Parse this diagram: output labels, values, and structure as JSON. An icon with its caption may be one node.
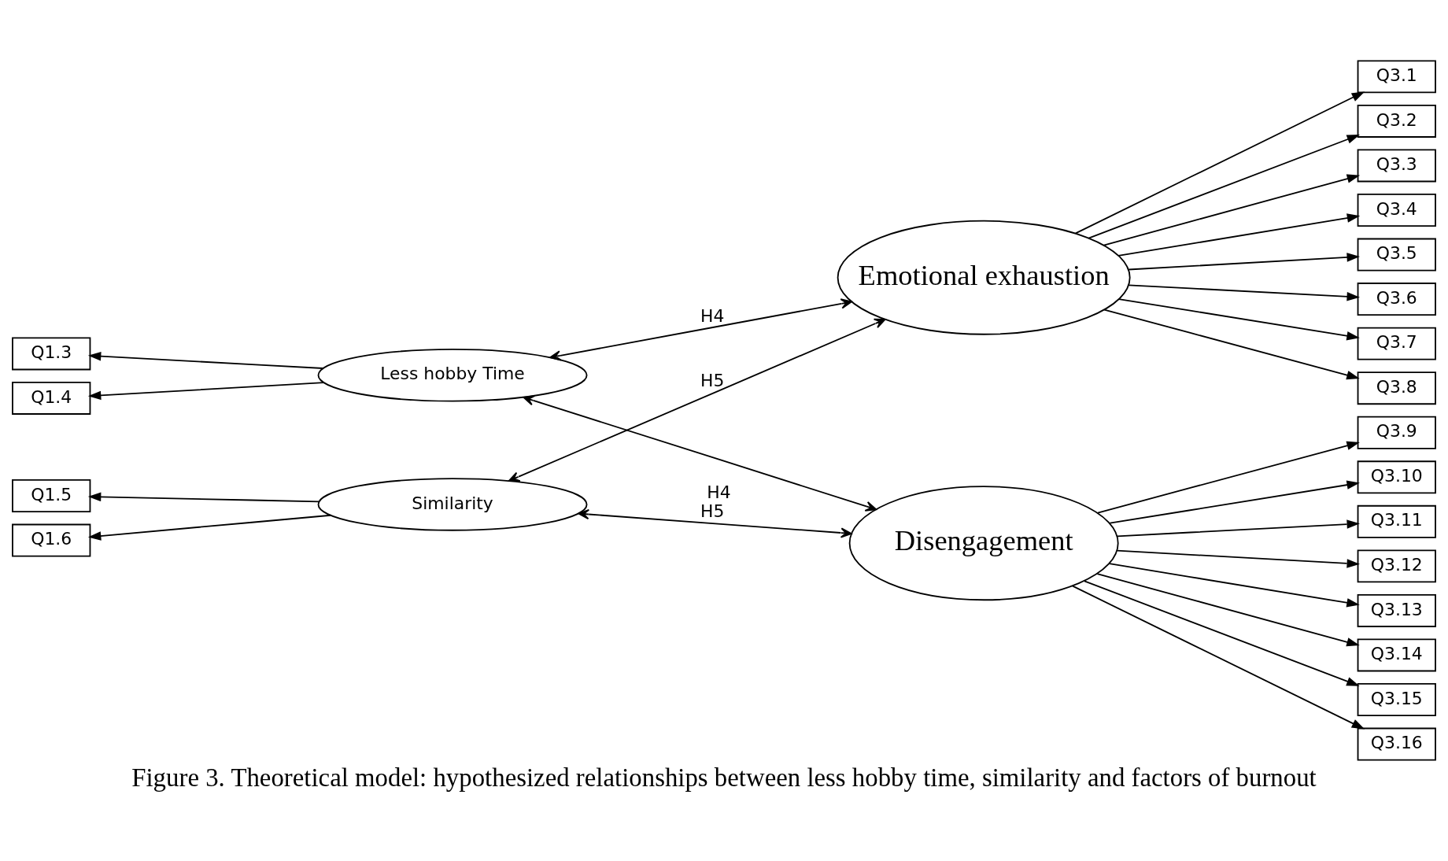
{
  "diagram": {
    "caption": "Figure 3. Theoretical model: hypothesized relationships between less hobby time, similarity and factors of burnout",
    "nodes": [
      {
        "text": [
          "Q1.3"
        ]
      },
      {
        "text": [
          "Q1.4"
        ]
      },
      {
        "text": [
          "Less hobby Time"
        ]
      },
      {
        "text": [
          "Q1.5"
        ]
      },
      {
        "text": [
          "Q1.6"
        ]
      },
      {
        "text": [
          "Similarity"
        ]
      },
      {
        "text": [
          "Emotional exhaustion"
        ]
      },
      {
        "text": [
          "Disengagement"
        ]
      },
      {
        "text": [
          "Q3.1"
        ]
      },
      {
        "text": [
          "Q3.2"
        ]
      },
      {
        "text": [
          "Q3.3"
        ]
      },
      {
        "text": [
          "Q3.4"
        ]
      },
      {
        "text": [
          "Q3.5"
        ]
      },
      {
        "text": [
          "Q3.6"
        ]
      },
      {
        "text": [
          "Q3.7"
        ]
      },
      {
        "text": [
          "Q3.8"
        ]
      },
      {
        "text": [
          "Q3.9"
        ]
      },
      {
        "text": [
          "Q3.10"
        ]
      },
      {
        "text": [
          "Q3.11"
        ]
      },
      {
        "text": [
          "Q3.12"
        ]
      },
      {
        "text": [
          "Q3.13"
        ]
      },
      {
        "text": [
          "Q3.14"
        ]
      },
      {
        "text": [
          "Q3.15"
        ]
      },
      {
        "text": [
          "Q3.16"
        ]
      }
    ],
    "edges": [
      {
        "from": 2,
        "to": 0,
        "arrow": "to"
      },
      {
        "from": 2,
        "to": 1,
        "arrow": "to"
      },
      {
        "from": 5,
        "to": 3,
        "arrow": "to"
      },
      {
        "from": 5,
        "to": 4,
        "arrow": "to"
      },
      {
        "from": 2,
        "to": 6,
        "arrow": "both",
        "label": "H4"
      },
      {
        "from": 2,
        "to": 7,
        "arrow": "both",
        "label": "H4"
      },
      {
        "from": 5,
        "to": 6,
        "arrow": "both",
        "label": "H5"
      },
      {
        "from": 5,
        "to": 7,
        "arrow": "both",
        "label": "H5"
      },
      {
        "from": 6,
        "to": 8,
        "arrow": "to"
      },
      {
        "from": 6,
        "to": 9,
        "arrow": "to"
      },
      {
        "from": 6,
        "to": 10,
        "arrow": "to"
      },
      {
        "from": 6,
        "to": 11,
        "arrow": "to"
      },
      {
        "from": 6,
        "to": 12,
        "arrow": "to"
      },
      {
        "from": 6,
        "to": 13,
        "arrow": "to"
      },
      {
        "from": 6,
        "to": 14,
        "arrow": "to"
      },
      {
        "from": 6,
        "to": 15,
        "arrow": "to"
      },
      {
        "from": 7,
        "to": 16,
        "arrow": "to"
      },
      {
        "from": 7,
        "to": 17,
        "arrow": "to"
      },
      {
        "from": 7,
        "to": 18,
        "arrow": "to"
      },
      {
        "from": 7,
        "to": 19,
        "arrow": "to"
      },
      {
        "from": 7,
        "to": 20,
        "arrow": "to"
      },
      {
        "from": 7,
        "to": 21,
        "arrow": "to"
      },
      {
        "from": 7,
        "to": 22,
        "arrow": "to"
      },
      {
        "from": 7,
        "to": 23,
        "arrow": "to"
      }
    ]
  }
}
